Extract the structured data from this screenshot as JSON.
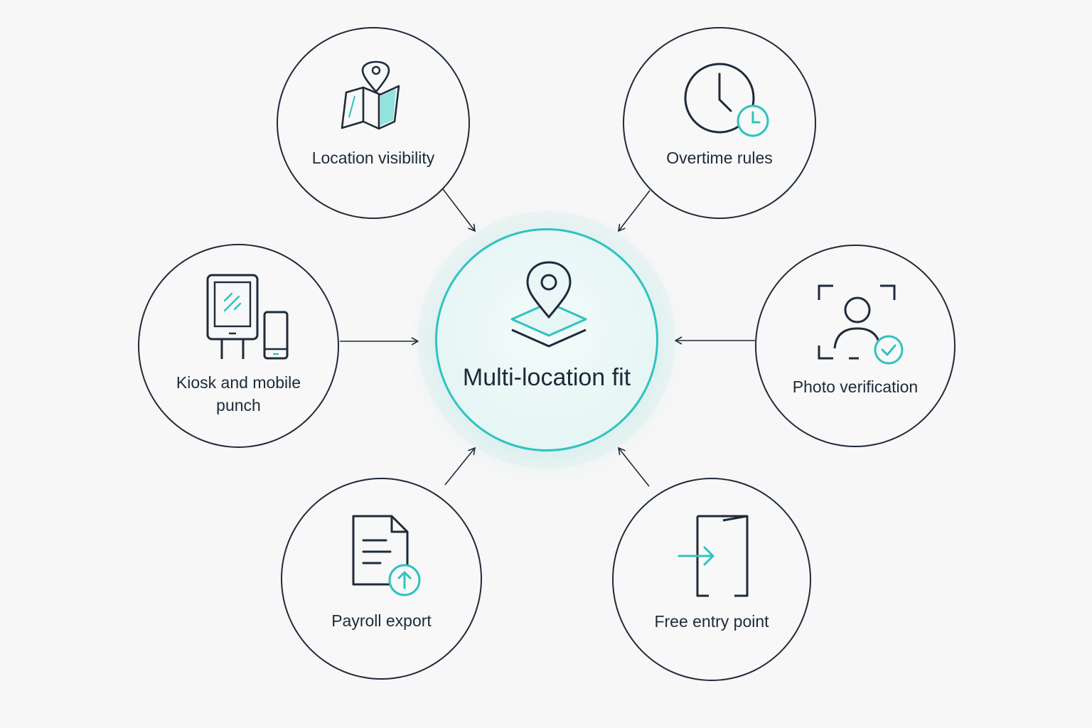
{
  "hub": {
    "label": "Multi-location fit",
    "icon": "map-pin-layers-icon"
  },
  "nodes": [
    {
      "id": "location-visibility",
      "label": "Location visibility",
      "icon": "map-pin-icon"
    },
    {
      "id": "overtime-rules",
      "label": "Overtime rules",
      "icon": "clock-icon"
    },
    {
      "id": "kiosk-mobile",
      "label": "Kiosk and mobile punch",
      "icon": "kiosk-mobile-icon"
    },
    {
      "id": "photo-verification",
      "label": "Photo verification",
      "icon": "photo-verify-icon"
    },
    {
      "id": "payroll-export",
      "label": "Payroll export",
      "icon": "document-export-icon"
    },
    {
      "id": "free-entry",
      "label": "Free entry point",
      "icon": "door-entry-icon"
    }
  ],
  "colors": {
    "accent": "#2ec3c0",
    "stroke": "#1f2a3b",
    "background": "#f6f7f6"
  }
}
